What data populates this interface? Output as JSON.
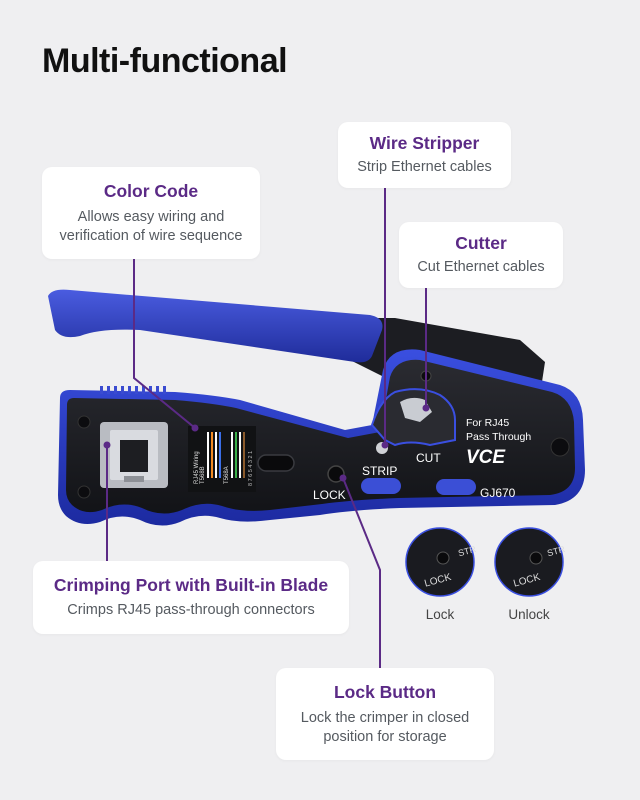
{
  "heading": "Multi-functional",
  "callouts": {
    "color_code": {
      "title": "Color Code",
      "desc_line1": "Allows easy wiring and",
      "desc_line2": "verification of wire sequence"
    },
    "wire_stripper": {
      "title": "Wire Stripper",
      "desc": "Strip Ethernet cables"
    },
    "cutter": {
      "title": "Cutter",
      "desc": "Cut Ethernet cables"
    },
    "crimping_port": {
      "title": "Crimping Port with Built-in Blade",
      "desc": "Crimps RJ45 pass-through connectors"
    },
    "lock_button": {
      "title": "Lock Button",
      "desc_line1": "Lock the crimper in closed",
      "desc_line2": "position for storage"
    }
  },
  "tool_markings": {
    "strip": "STRIP",
    "cut": "CUT",
    "lock": "LOCK",
    "for_rj45": "For RJ45",
    "pass_through": "Pass Through",
    "brand": "VCE",
    "model": "GJ670",
    "wiring_label": "RJ45 Wiring",
    "t568b": "T568B",
    "t568a": "T568A",
    "pin_numbers": "8 7 6 5 4 3 2 1"
  },
  "lock_views": {
    "lock_label": "Lock",
    "unlock_label": "Unlock",
    "inset_lock_text": "LOCK",
    "inset_strip_text": "STR"
  },
  "colors": {
    "accent_purple": "#5b2a86",
    "handle_blue": "#2d3fc4",
    "body_black": "#1a1b20",
    "background": "#efeff1"
  }
}
